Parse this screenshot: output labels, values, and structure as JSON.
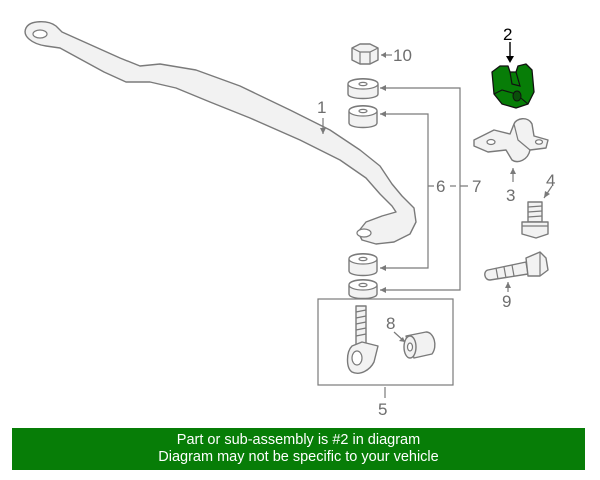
{
  "colors": {
    "highlight": "#077d07",
    "line": "#7a7a7a",
    "part_fill": "#f2f2f2",
    "banner_background": "#077d07",
    "banner_text": "#ffffff"
  },
  "callouts": {
    "c1": "1",
    "c2": "2",
    "c3": "3",
    "c4": "4",
    "c5": "5",
    "c6": "6",
    "c7": "7",
    "c8": "8",
    "c9": "9",
    "c10": "10"
  },
  "highlighted_part": "2",
  "banner": {
    "line1": "Part or sub-assembly is #2 in diagram",
    "line2": "Diagram may not be specific to your vehicle"
  }
}
